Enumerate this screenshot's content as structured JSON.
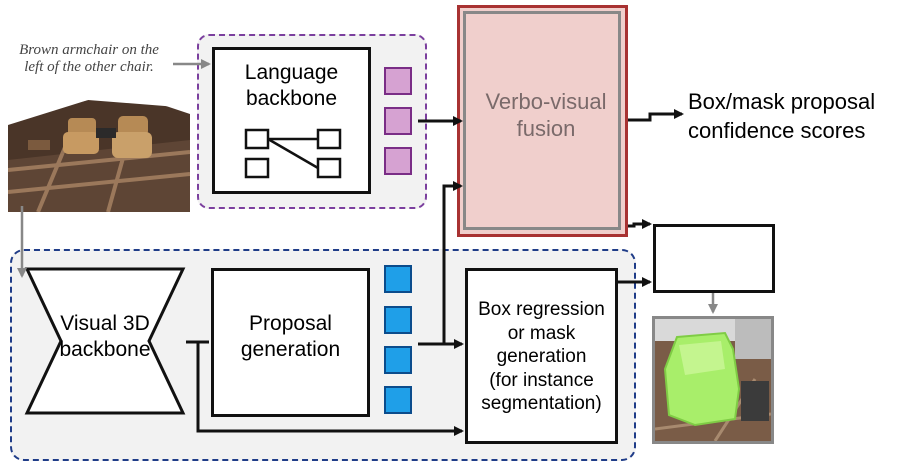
{
  "query_text": "Brown armchair on the left of the other chair.",
  "language_backbone": {
    "line1": "Language",
    "line2": "backbone"
  },
  "fusion": {
    "line1": "Verbo-visual",
    "line2": "fusion"
  },
  "output_label": {
    "line1": "Box/mask proposal",
    "line2": "confidence scores"
  },
  "visual_backbone": {
    "line1": "Visual 3D",
    "line2": "backbone"
  },
  "proposal": {
    "line1": "Proposal",
    "line2": "generation"
  },
  "regression": {
    "line1": "Box regression",
    "line2": "or mask",
    "line3": "generation",
    "line4": "(for instance",
    "line5": "segmentation)"
  },
  "colors": {
    "language_group_border": "#7b3f9e",
    "visual_group_border": "#1f3c88",
    "fusion_border": "#a83232",
    "fusion_fill": "#f0cfcc",
    "token_pink": "#d6a2d2",
    "token_blue": "#1f9fe8",
    "arrow_gray": "#888888"
  }
}
